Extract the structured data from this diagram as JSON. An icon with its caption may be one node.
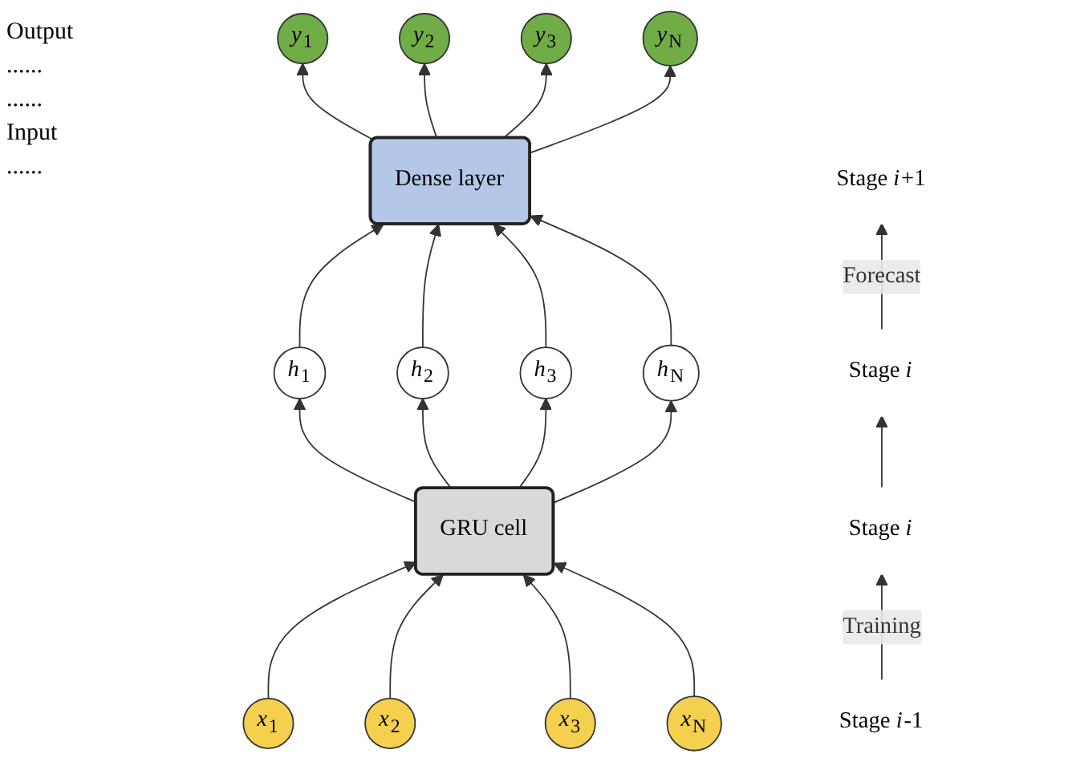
{
  "diagram": {
    "nodes": [
      {
        "text": [
          "*y*$_{1}$"
        ]
      },
      {
        "text": [
          "*y*$_{2}$"
        ]
      },
      {
        "text": [
          "*y*$_{3}$"
        ]
      },
      {
        "text": [
          "*y*$_{N}$"
        ]
      },
      {
        "text": [
          "Dense layer"
        ]
      },
      {
        "text": [
          "*h*$_{1}$"
        ]
      },
      {
        "text": [
          "*h*$_{2}$"
        ]
      },
      {
        "text": [
          "*h*$_{3}$"
        ]
      },
      {
        "text": [
          "*h*$_{N}$"
        ]
      },
      {
        "text": [
          "GRU cell"
        ]
      },
      {
        "text": [
          "*x*$_{1}$"
        ]
      },
      {
        "text": [
          "*x*$_{2}$"
        ]
      },
      {
        "text": [
          "*x*$_{3}$"
        ]
      },
      {
        "text": [
          "*x*$_{N}$"
        ]
      },
      {
        "text": [
          "Stage *i*"
        ]
      },
      {
        "text": [
          "Stage *i*+1"
        ]
      },
      {
        "text": [
          "Stage *i*-1"
        ]
      },
      {
        "text": [
          "Stage *i*"
        ]
      }
    ],
    "edges": [
      {
        "from": 4,
        "to": 0,
        "arrow": "to"
      },
      {
        "from": 4,
        "to": 1,
        "arrow": "to"
      },
      {
        "from": 4,
        "to": 2,
        "arrow": "to"
      },
      {
        "from": 4,
        "to": 3,
        "arrow": "to"
      },
      {
        "from": 5,
        "to": 4,
        "arrow": "to"
      },
      {
        "from": 6,
        "to": 4,
        "arrow": "to"
      },
      {
        "from": 7,
        "to": 4,
        "arrow": "to"
      },
      {
        "from": 8,
        "to": 4,
        "arrow": "to"
      },
      {
        "from": 9,
        "to": 5,
        "arrow": "to"
      },
      {
        "from": 9,
        "to": 6,
        "arrow": "to"
      },
      {
        "from": 9,
        "to": 7,
        "arrow": "to"
      },
      {
        "from": 9,
        "to": 8,
        "arrow": "to"
      },
      {
        "from": 10,
        "to": 9,
        "arrow": "to"
      },
      {
        "from": 11,
        "to": 9,
        "arrow": "to"
      },
      {
        "from": 12,
        "to": 9,
        "arrow": "to"
      },
      {
        "from": 13,
        "to": 9,
        "arrow": "to"
      },
      {
        "from": 16,
        "to": 14,
        "arrow": "to",
        "label": "Training"
      },
      {
        "from": 14,
        "to": 17,
        "arrow": "to"
      },
      {
        "from": 17,
        "to": 15,
        "arrow": "to",
        "label": "Forecast"
      }
    ],
    "labels": [
      "Output",
      "......",
      "......",
      "Input",
      "......"
    ]
  }
}
